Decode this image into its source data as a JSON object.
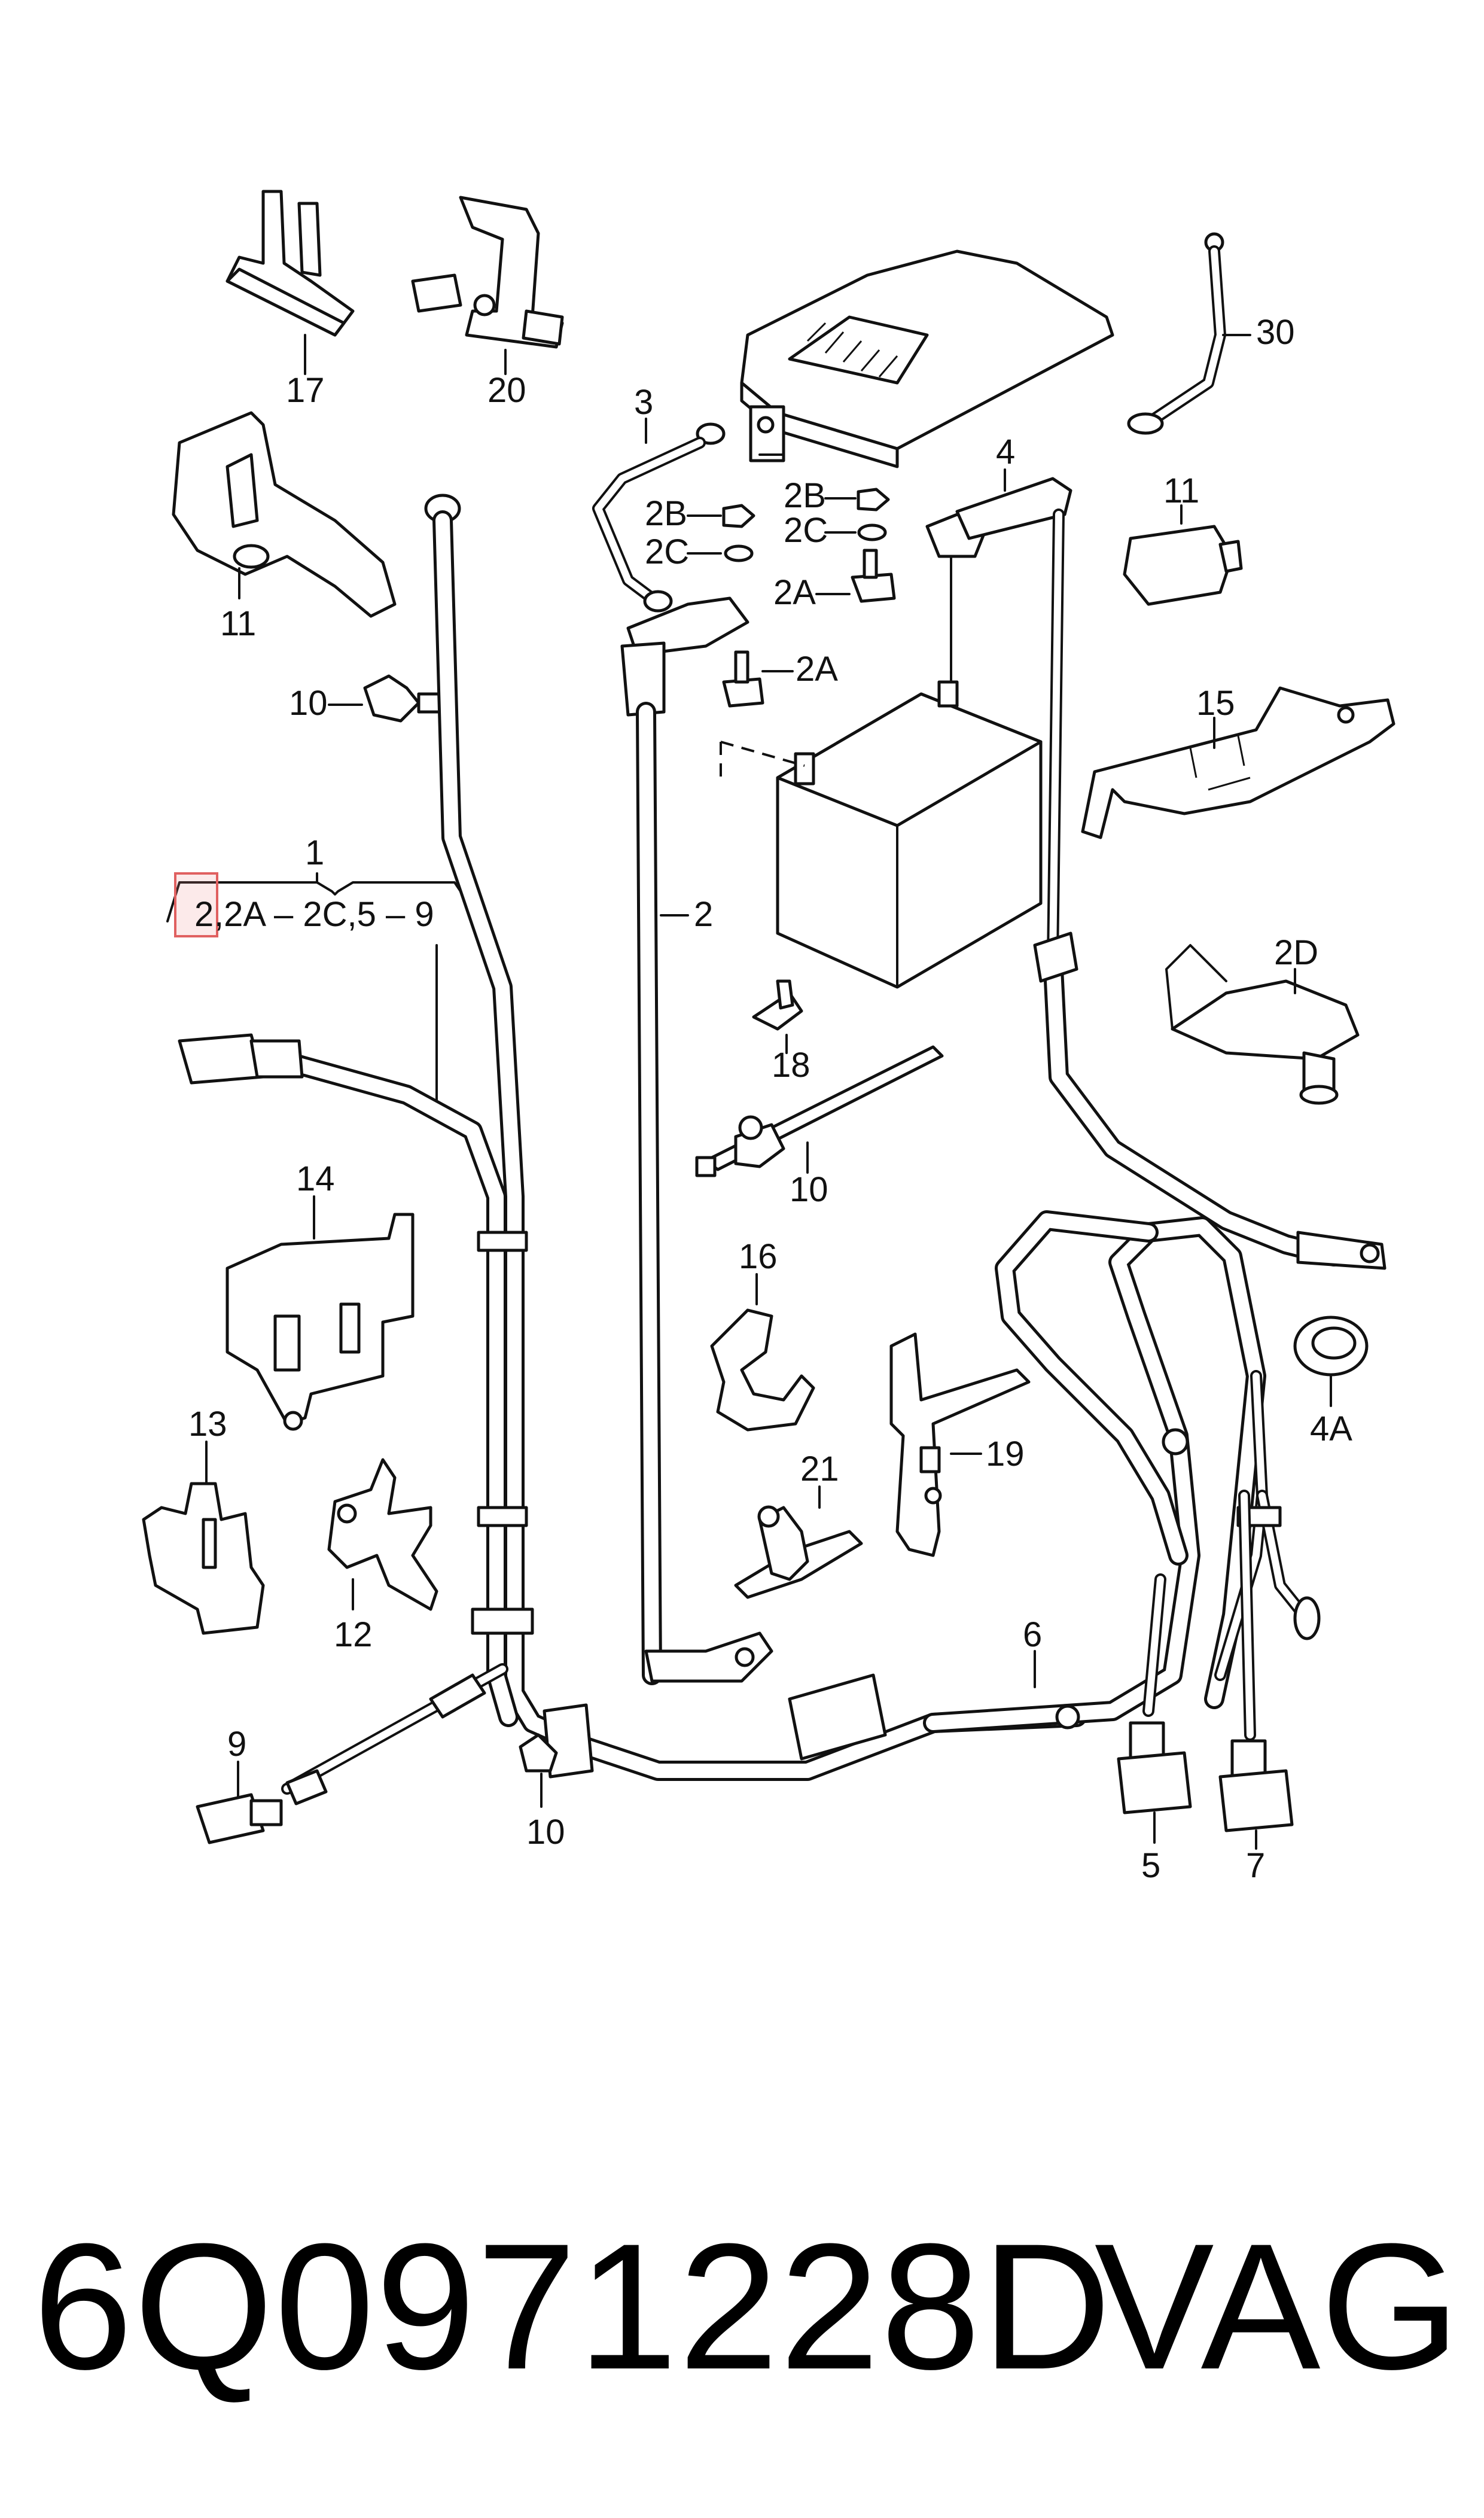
{
  "callouts": {
    "c17": "17",
    "c20": "20",
    "c30": "30",
    "c3": "3",
    "c4": "4",
    "c2B_a": "2B",
    "c2C_a": "2C",
    "c2B_b": "2B",
    "c2C_b": "2C",
    "c2A_a": "2A",
    "c2A_b": "2A",
    "c11_left": "11",
    "c11_right": "11",
    "c10_top": "10",
    "c15": "15",
    "c1": "1",
    "c1_range": ",2A – 2C,5 – 9",
    "c1_first": "2",
    "c2": "2",
    "c2D": "2D",
    "c18": "18",
    "c10_mid": "10",
    "c14": "14",
    "c16": "16",
    "c4A": "4A",
    "c19": "19",
    "c13": "13",
    "c21": "21",
    "c12": "12",
    "c6": "6",
    "c9": "9",
    "c10_bottom": "10",
    "c5": "5",
    "c7": "7"
  },
  "footer": {
    "part_number": "6Q0971228D",
    "brand": "VAG"
  },
  "highlight_color": "#e06060"
}
